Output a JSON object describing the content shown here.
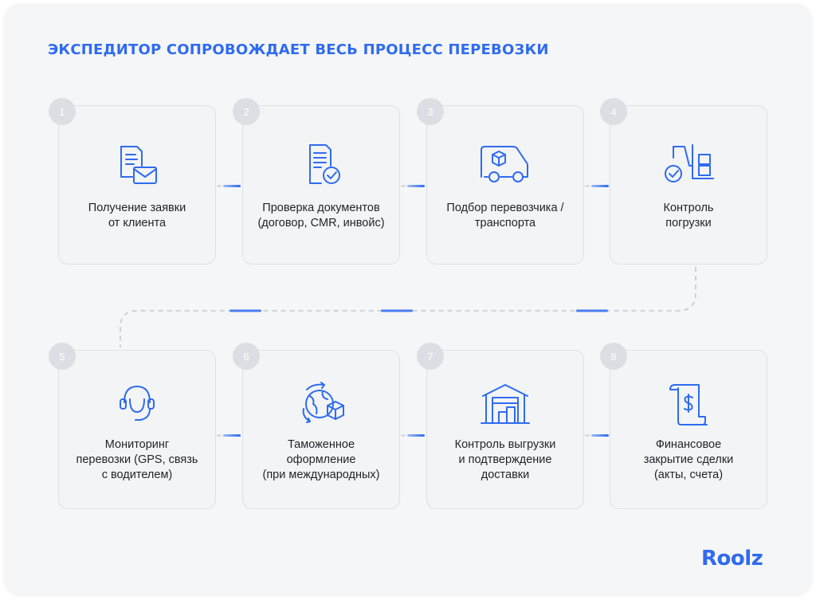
{
  "title": "ЭКСПЕДИТОР СОПРОВОЖДАЕТ ВЕСЬ ПРОЦЕСС ПЕРЕВОЗКИ",
  "steps": [
    {
      "number": "1",
      "icon": "document-envelope-icon",
      "lines": [
        "Получение заявки",
        "от клиента"
      ]
    },
    {
      "number": "2",
      "icon": "document-check-icon",
      "lines": [
        "Проверка документов",
        "(договор, CMR, инвойс)"
      ]
    },
    {
      "number": "3",
      "icon": "delivery-van-icon",
      "lines": [
        "Подбор перевозчика /",
        "транспорта"
      ]
    },
    {
      "number": "4",
      "icon": "forklift-icon",
      "lines": [
        "Контроль",
        "погрузки"
      ]
    },
    {
      "number": "5",
      "icon": "headset-icon",
      "lines": [
        "Мониторинг",
        "перевозки (GPS, связь",
        "с водителем)"
      ]
    },
    {
      "number": "6",
      "icon": "globe-package-icon",
      "lines": [
        "Таможенное",
        "оформление",
        "(при международных)"
      ]
    },
    {
      "number": "7",
      "icon": "warehouse-icon",
      "lines": [
        "Контроль выгрузки",
        "и подтверждение",
        "доставки"
      ]
    },
    {
      "number": "8",
      "icon": "invoice-scroll-icon",
      "lines": [
        "Финансовое",
        "закрытие сделки",
        "(акты, счета)"
      ]
    }
  ],
  "brand": {
    "name": "Roolz",
    "accent": "#2f6bf0"
  }
}
